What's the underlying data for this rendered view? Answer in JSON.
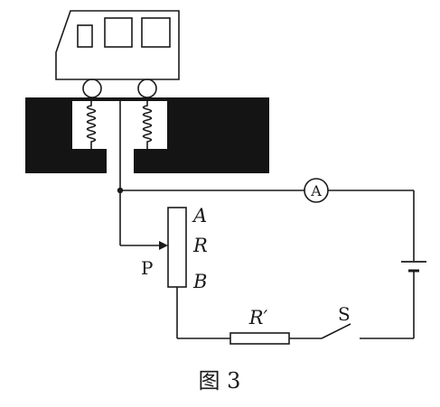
{
  "labels": {
    "terminal_a": "A",
    "resistor_r": "R",
    "terminal_b": "B",
    "slider_p": "P",
    "ammeter": "A",
    "fixed_resistor": "R′",
    "switch": "S",
    "caption": "图 3"
  },
  "colors": {
    "ink": "#1a1a1a",
    "base_block": "#141414",
    "paper": "#ffffff"
  }
}
